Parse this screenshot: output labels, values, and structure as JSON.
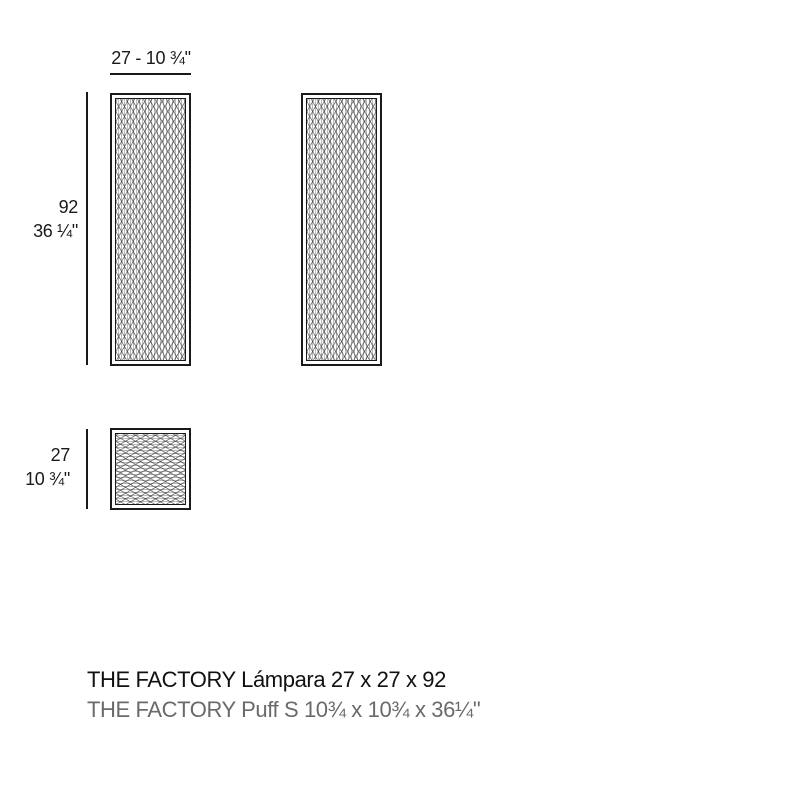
{
  "drawing": {
    "width_dimension": {
      "label": "27 - 10 ¾\""
    },
    "height_dimension": {
      "metric": "92",
      "imperial": "36 ¼\""
    },
    "depth_dimension": {
      "metric": "27",
      "imperial": "10 ¾\""
    },
    "views": [
      {
        "name": "front-view",
        "type": "elevation"
      },
      {
        "name": "side-view",
        "type": "elevation"
      },
      {
        "name": "top-view",
        "type": "plan"
      }
    ],
    "colors": {
      "line": "#1a1a1a",
      "mesh": "#555555",
      "background": "#ffffff"
    }
  },
  "captions": {
    "primary": "THE FACTORY Lámpara 27 x 27 x 92",
    "secondary": "THE FACTORY Puff S 10¾ x 10¾ x 36¼\""
  }
}
